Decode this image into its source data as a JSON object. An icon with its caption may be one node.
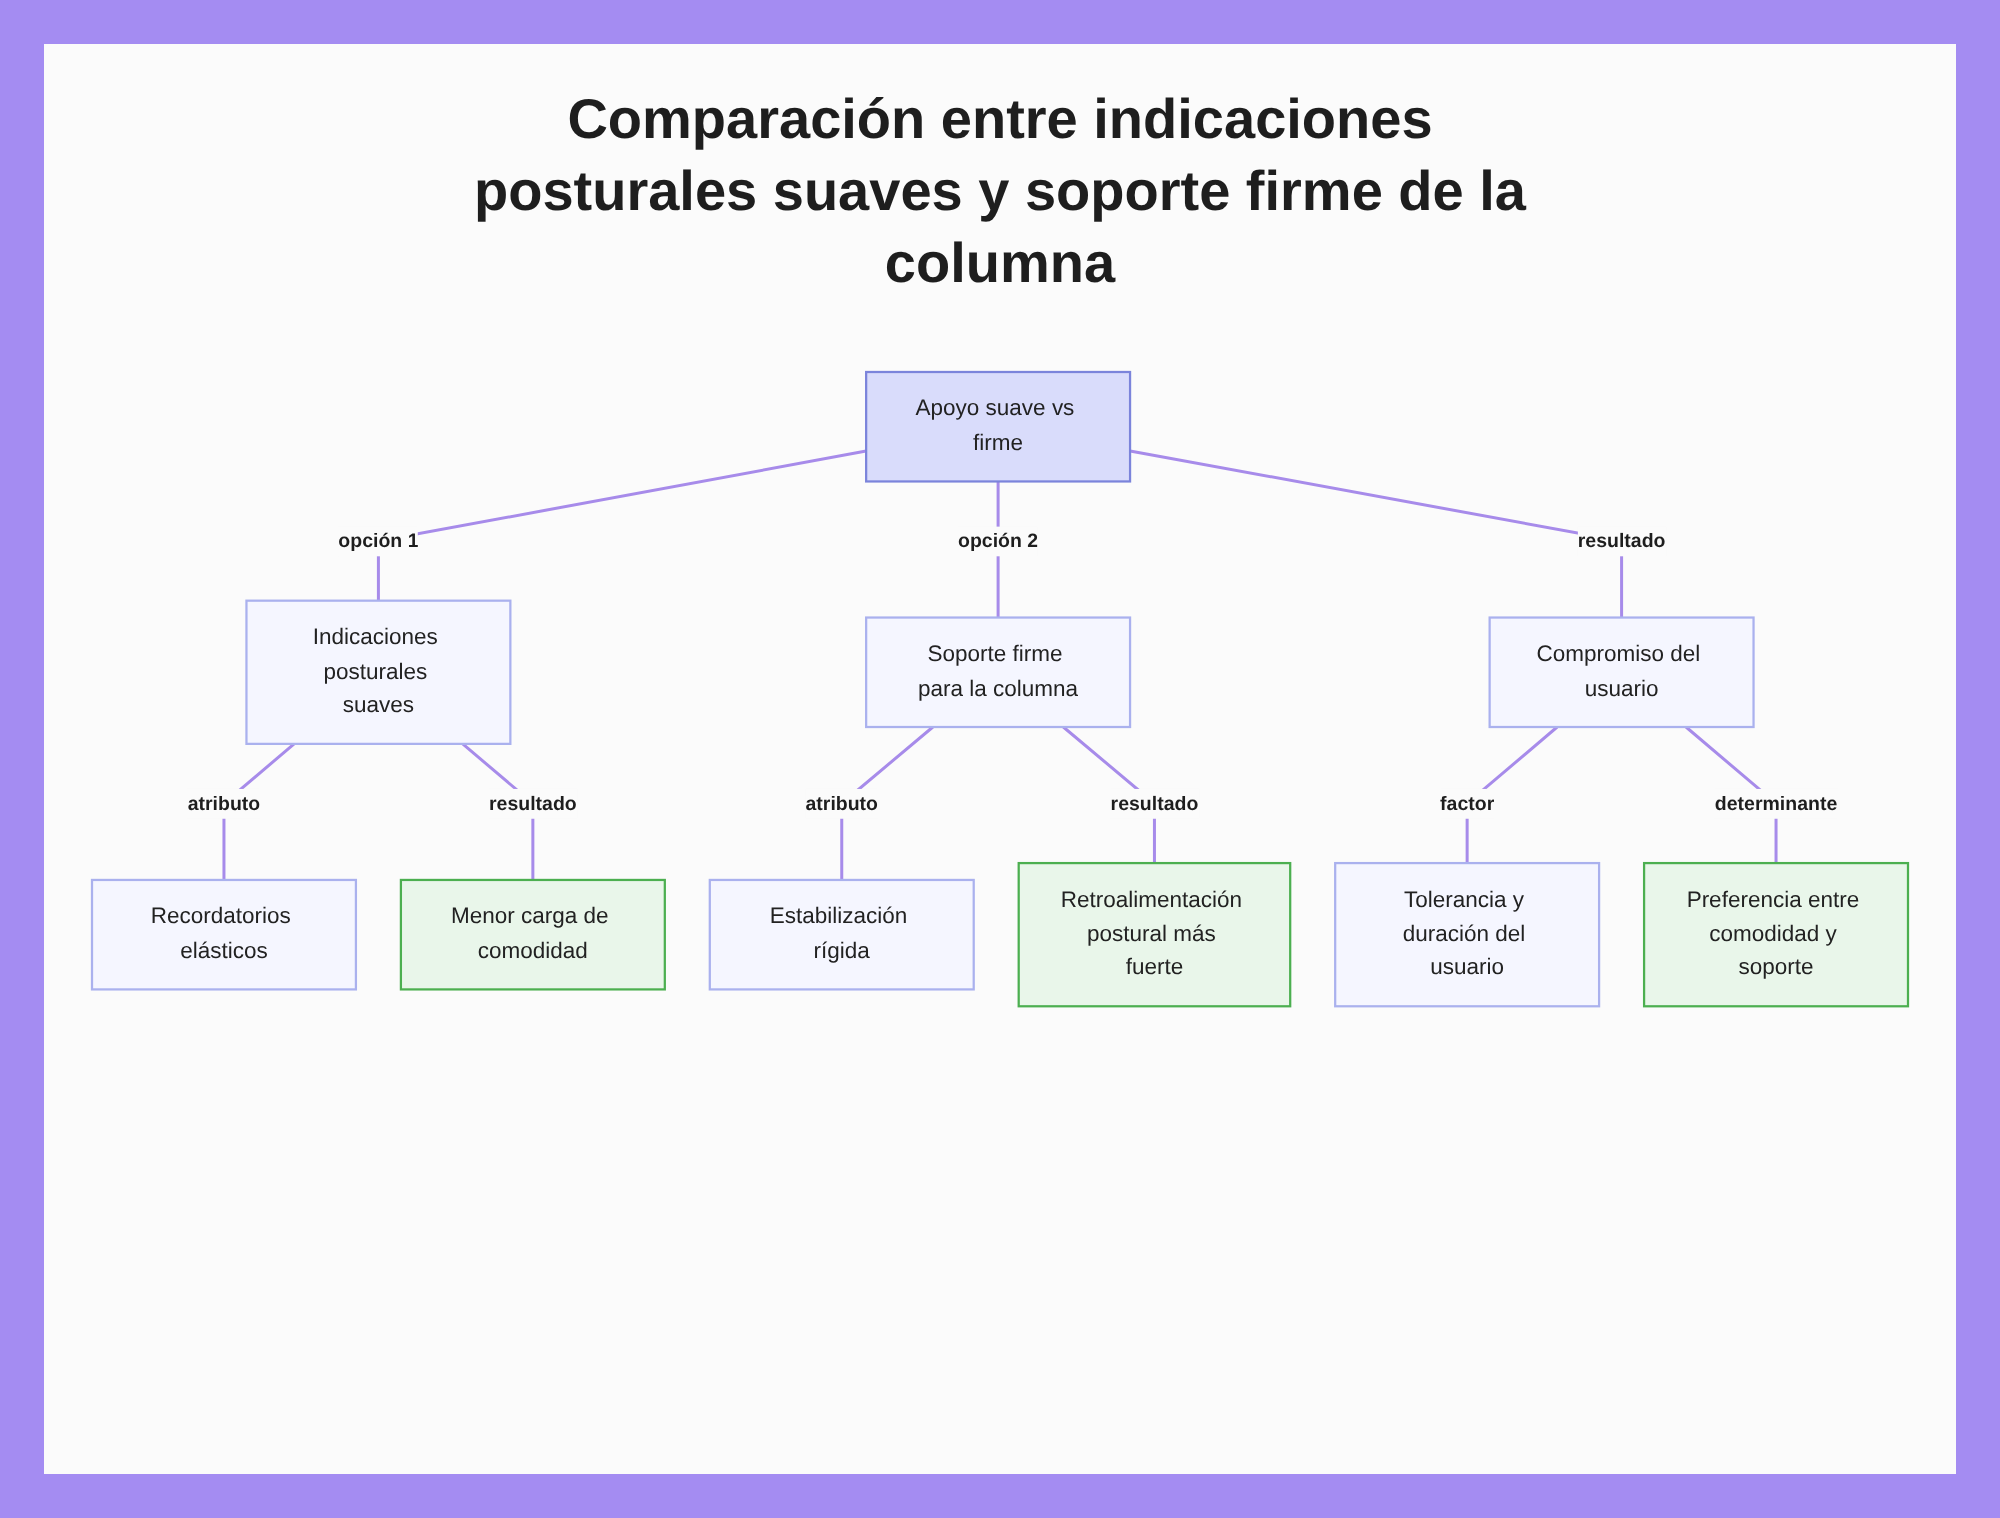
{
  "diagram": {
    "title": "Comparación entre indicaciones posturales suaves y soporte firme de la columna",
    "nodes": [
      {
        "text": [
          "Apoyo suave vs firme"
        ]
      },
      {
        "text": [
          "Indicaciones posturales suaves"
        ]
      },
      {
        "text": [
          "Soporte firme para la columna"
        ]
      },
      {
        "text": [
          "Compromiso del usuario"
        ]
      },
      {
        "text": [
          "Recordatorios elásticos"
        ]
      },
      {
        "text": [
          "Menor carga de comodidad"
        ]
      },
      {
        "text": [
          "Estabilización rígida"
        ]
      },
      {
        "text": [
          "Retroalimentación postural más fuerte"
        ]
      },
      {
        "text": [
          "Tolerancia y duración del usuario"
        ]
      },
      {
        "text": [
          "Preferencia entre comodidad y soporte"
        ]
      }
    ],
    "edges": [
      {
        "from": 0,
        "to": 1,
        "arrow": "none",
        "label": "opción 1"
      },
      {
        "from": 0,
        "to": 2,
        "arrow": "none",
        "label": "opción 2"
      },
      {
        "from": 0,
        "to": 3,
        "arrow": "none",
        "label": "resultado"
      },
      {
        "from": 1,
        "to": 4,
        "arrow": "none",
        "label": "atributo"
      },
      {
        "from": 1,
        "to": 5,
        "arrow": "none",
        "label": "resultado"
      },
      {
        "from": 2,
        "to": 6,
        "arrow": "none",
        "label": "atributo"
      },
      {
        "from": 2,
        "to": 7,
        "arrow": "none",
        "label": "resultado"
      },
      {
        "from": 3,
        "to": 8,
        "arrow": "none",
        "label": "factor"
      },
      {
        "from": 3,
        "to": 9,
        "arrow": "none",
        "label": "determinante"
      }
    ]
  }
}
